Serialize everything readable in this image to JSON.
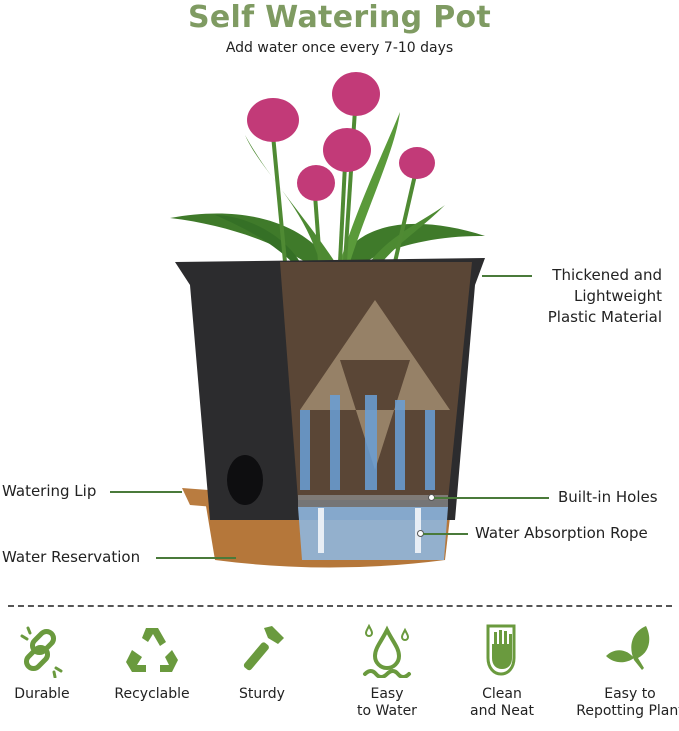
{
  "header": {
    "title": "Self Watering Pot",
    "subtitle": "Add water once every 7-10 days"
  },
  "callouts": {
    "material": [
      "Thickened and",
      "Lightweight",
      "Plastic Material"
    ],
    "holes": "Built-in Holes",
    "rope": "Water Absorption Rope",
    "lip": "Watering Lip",
    "reservation": "Water Reservation"
  },
  "colors": {
    "accent": "#7f9b62",
    "icon_green": "#6a9a3e",
    "pot": "#2c2c2e",
    "reservoir": "#b5773a",
    "soil": "#5a4636",
    "water": "#8fb6de",
    "petal": "#c23a78"
  },
  "features": [
    {
      "label": "Durable",
      "icon": "broken-link-icon"
    },
    {
      "label": "Recyclable",
      "icon": "recycle-icon"
    },
    {
      "label": "Sturdy",
      "icon": "hammer-icon"
    },
    {
      "label": "Easy\nto Water",
      "icon": "water-drop-icon"
    },
    {
      "label": "Clean\nand Neat",
      "icon": "glove-hand-icon"
    },
    {
      "label": "Easy to\nRepotting Plant",
      "icon": "leaf-icon"
    }
  ]
}
